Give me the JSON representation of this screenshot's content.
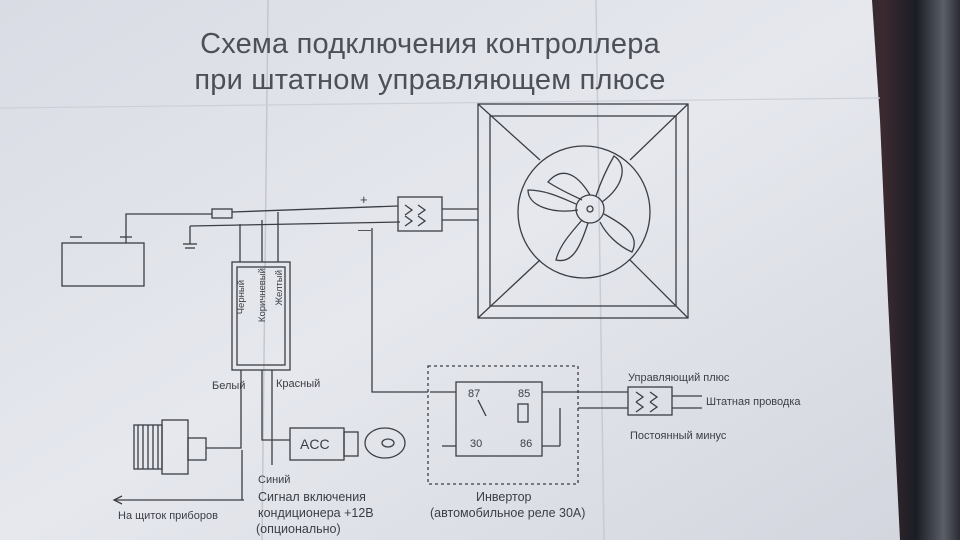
{
  "title": {
    "line1": "Схема подключения контроллера",
    "line2": "при штатном управляющем плюсе"
  },
  "wires": {
    "black": "Черный",
    "brown": "Коричневый",
    "yellow": "Желтый",
    "white": "Белый",
    "red": "Красный",
    "blue": "Синий"
  },
  "labels": {
    "acc": "ACC",
    "plus": "+",
    "minus": "—",
    "control_plus": "Управляющий плюс",
    "stock_wiring": "Штатная проводка",
    "constant_minus": "Постоянный минус",
    "dashboard": "На щиток приборов",
    "ac_signal_line1": "Сигнал включения",
    "ac_signal_line2": "кондиционера +12В",
    "ac_signal_line3": "(опционально)",
    "inverter_line1": "Инвертор",
    "inverter_line2": "(автомобильное реле 30А)"
  },
  "relay_pins": {
    "p87": "87",
    "p85": "85",
    "p30": "30",
    "p86": "86"
  },
  "colors": {
    "paper": "#e3e5ec",
    "ink": "#3b3e45",
    "title_ink": "#4d5058"
  }
}
